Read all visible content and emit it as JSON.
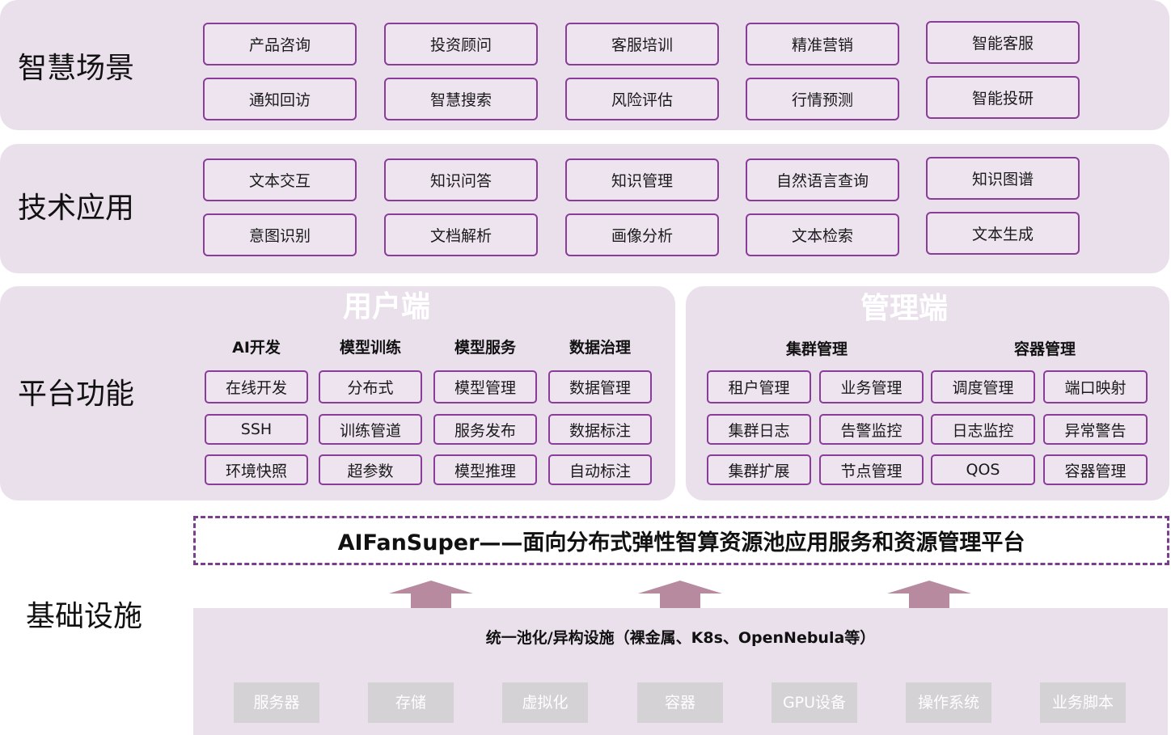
{
  "sections": {
    "scenarios": {
      "label": "智慧场景",
      "row1": [
        "产品咨询",
        "投资顾问",
        "客服培训",
        "精准营销",
        "智能客服"
      ],
      "row2": [
        "通知回访",
        "智慧搜索",
        "风险评估",
        "行情预测",
        "智能投研"
      ]
    },
    "tech": {
      "label": "技术应用",
      "row1": [
        "文本交互",
        "知识问答",
        "知识管理",
        "自然语言查询",
        "知识图谱"
      ],
      "row2": [
        "意图识别",
        "文档解析",
        "画像分析",
        "文本检索",
        "文本生成"
      ]
    },
    "platform": {
      "label": "平台功能",
      "user_panel": {
        "title": "用户端",
        "columns": [
          {
            "head": "AI开发",
            "items": [
              "在线开发",
              "SSH",
              "环境快照"
            ]
          },
          {
            "head": "模型训练",
            "items": [
              "分布式",
              "训练管道",
              "超参数"
            ]
          },
          {
            "head": "模型服务",
            "items": [
              "模型管理",
              "服务发布",
              "模型推理"
            ]
          },
          {
            "head": "数据治理",
            "items": [
              "数据管理",
              "数据标注",
              "自动标注"
            ]
          }
        ]
      },
      "admin_panel": {
        "title": "管理端",
        "groups": [
          "集群管理",
          "容器管理"
        ],
        "columns": [
          {
            "items": [
              "租户管理",
              "集群日志",
              "集群扩展"
            ]
          },
          {
            "items": [
              "业务管理",
              "告警监控",
              "节点管理"
            ]
          },
          {
            "items": [
              "调度管理",
              "日志监控",
              "QOS"
            ]
          },
          {
            "items": [
              "端口映射",
              "异常警告",
              "容器管理"
            ]
          }
        ]
      }
    },
    "banner": "AIFanSuper——面向分布式弹性智算资源池应用服务和资源管理平台",
    "infra": {
      "label": "基础设施",
      "subtitle": "统一池化/异构设施（裸金属、K8s、OpenNebula等）",
      "items": [
        "服务器",
        "存储",
        "虚拟化",
        "容器",
        "GPU设备",
        "操作系统",
        "业务脚本"
      ]
    }
  },
  "colors": {
    "band": "#eae0ec",
    "box_border": "#8a3d98",
    "banner_border": "#7b3e8f",
    "arrow": "#b88aa0",
    "infra_box": "#d4d2d4"
  }
}
